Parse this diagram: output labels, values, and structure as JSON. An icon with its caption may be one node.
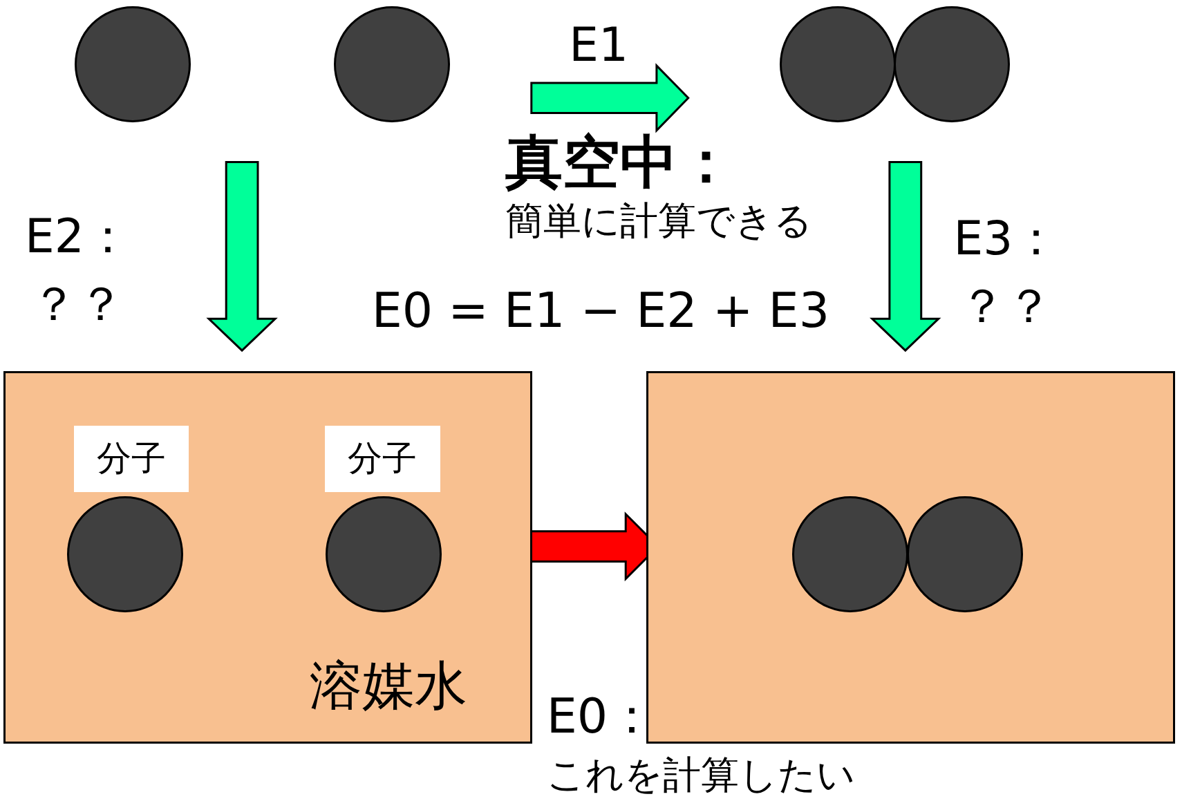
{
  "diagram": {
    "nodes": [
      {
        "text": [],
        "shape": "circle"
      },
      {
        "text": [],
        "shape": "circle"
      },
      {
        "text": [],
        "shape": "circle"
      },
      {
        "text": [],
        "shape": "circle"
      },
      {
        "text": [
          "溶媒水"
        ]
      },
      {
        "text": [
          "分子"
        ],
        "in": 4
      },
      {
        "text": [
          "分子"
        ],
        "in": 4
      },
      {
        "text": [],
        "shape": "circle",
        "in": 4
      },
      {
        "text": [],
        "shape": "circle",
        "in": 4
      },
      {
        "text": [],
        "shape": "box"
      },
      {
        "text": [],
        "shape": "circle",
        "in": 9
      },
      {
        "text": [],
        "shape": "circle",
        "in": 9
      }
    ],
    "edges": [
      {
        "from": 1,
        "to": 2,
        "arrow": "to",
        "label": "E1",
        "style": "thick"
      },
      {
        "from": null,
        "to": 4,
        "arrow": "to",
        "style": "thick"
      },
      {
        "from": null,
        "to": 9,
        "arrow": "to",
        "style": "thick"
      },
      {
        "from": 4,
        "to": 9,
        "arrow": "to",
        "style": "thick",
        "color": "#ff0000"
      }
    ],
    "labels": [
      "真空中：",
      "E2：",
      "簡単に計算できる",
      "E3：",
      "？？",
      "E0 = E1 − E2 + E3",
      "？？",
      "E0：",
      "これを計算したい"
    ]
  }
}
